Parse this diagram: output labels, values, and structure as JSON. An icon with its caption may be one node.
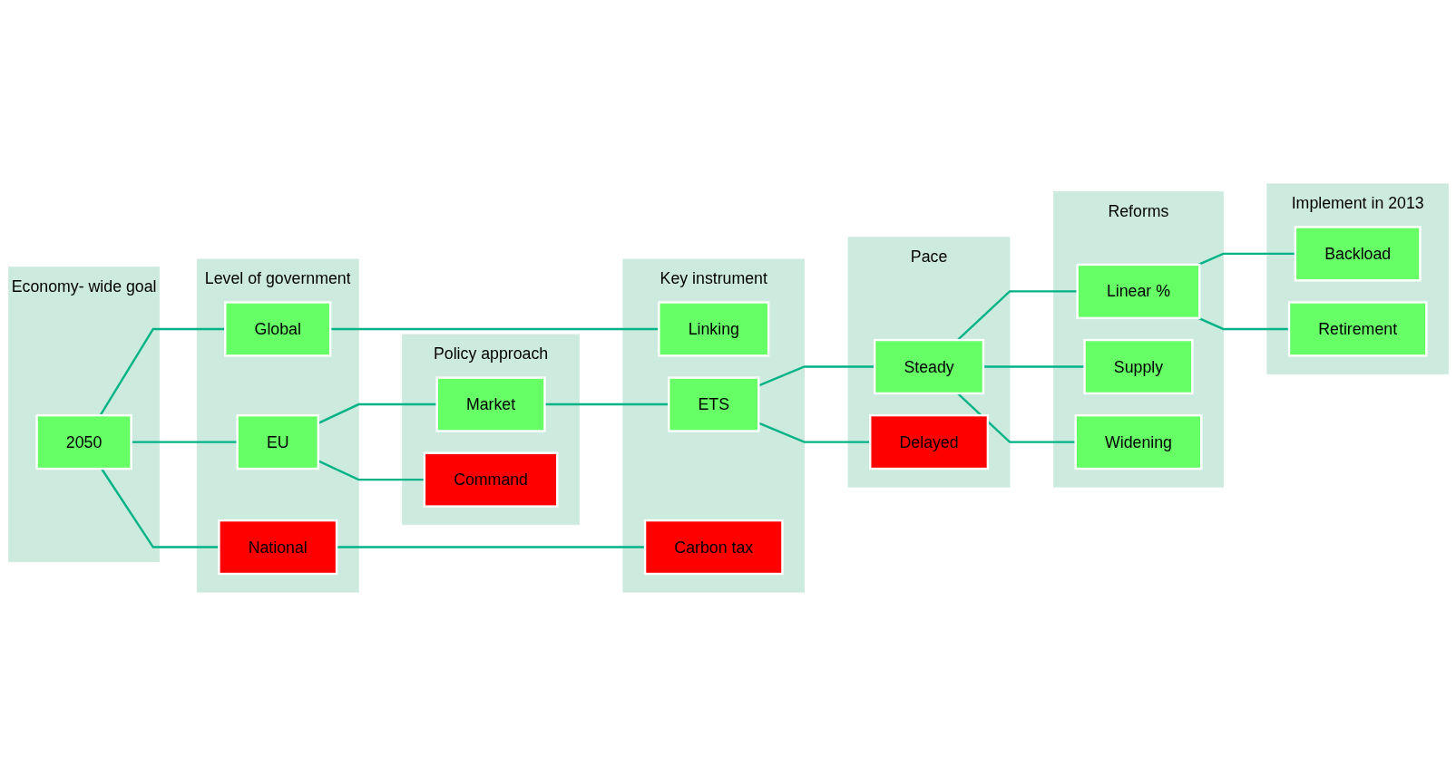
{
  "diagram": {
    "nodes": [
      {
        "text": [
          "Economy- wide goal"
        ]
      },
      {
        "text": [
          "2050"
        ],
        "in": 0
      },
      {
        "text": [
          "Level of government"
        ]
      },
      {
        "text": [
          "Global"
        ],
        "in": 2
      },
      {
        "text": [
          "EU"
        ],
        "in": 2
      },
      {
        "text": [
          "National"
        ],
        "in": 2
      },
      {
        "text": [
          "Policy approach"
        ]
      },
      {
        "text": [
          "Market"
        ],
        "in": 6
      },
      {
        "text": [
          "Command"
        ],
        "in": 6
      },
      {
        "text": [
          "Key instrument"
        ]
      },
      {
        "text": [
          "Linking"
        ],
        "in": 9
      },
      {
        "text": [
          "ETS"
        ],
        "in": 9
      },
      {
        "text": [
          "Carbon tax"
        ],
        "in": 9
      },
      {
        "text": [
          "Pace"
        ]
      },
      {
        "text": [
          "Steady"
        ],
        "in": 13
      },
      {
        "text": [
          "Delayed"
        ],
        "in": 13
      },
      {
        "text": [
          "Reforms"
        ]
      },
      {
        "text": [
          "Linear %"
        ],
        "in": 16
      },
      {
        "text": [
          "Supply"
        ],
        "in": 16
      },
      {
        "text": [
          "Widening"
        ],
        "in": 16
      },
      {
        "text": [
          "Implement in 2013"
        ]
      },
      {
        "text": [
          "Backload"
        ],
        "in": 20
      },
      {
        "text": [
          "Retirement"
        ],
        "in": 20
      }
    ],
    "edges": [
      {
        "from": 1,
        "to": 3,
        "arrow": "none"
      },
      {
        "from": 1,
        "to": 4,
        "arrow": "none"
      },
      {
        "from": 1,
        "to": 5,
        "arrow": "none"
      },
      {
        "from": 3,
        "to": 10,
        "arrow": "none"
      },
      {
        "from": 4,
        "to": 7,
        "arrow": "none"
      },
      {
        "from": 4,
        "to": 8,
        "arrow": "none"
      },
      {
        "from": 7,
        "to": 11,
        "arrow": "none"
      },
      {
        "from": 5,
        "to": 12,
        "arrow": "none"
      },
      {
        "from": 11,
        "to": 14,
        "arrow": "none"
      },
      {
        "from": 11,
        "to": 15,
        "arrow": "none"
      },
      {
        "from": 14,
        "to": 17,
        "arrow": "none"
      },
      {
        "from": 14,
        "to": 18,
        "arrow": "none"
      },
      {
        "from": 14,
        "to": 19,
        "arrow": "none"
      },
      {
        "from": 17,
        "to": 21,
        "arrow": "none"
      },
      {
        "from": 17,
        "to": 22,
        "arrow": "none"
      }
    ]
  }
}
